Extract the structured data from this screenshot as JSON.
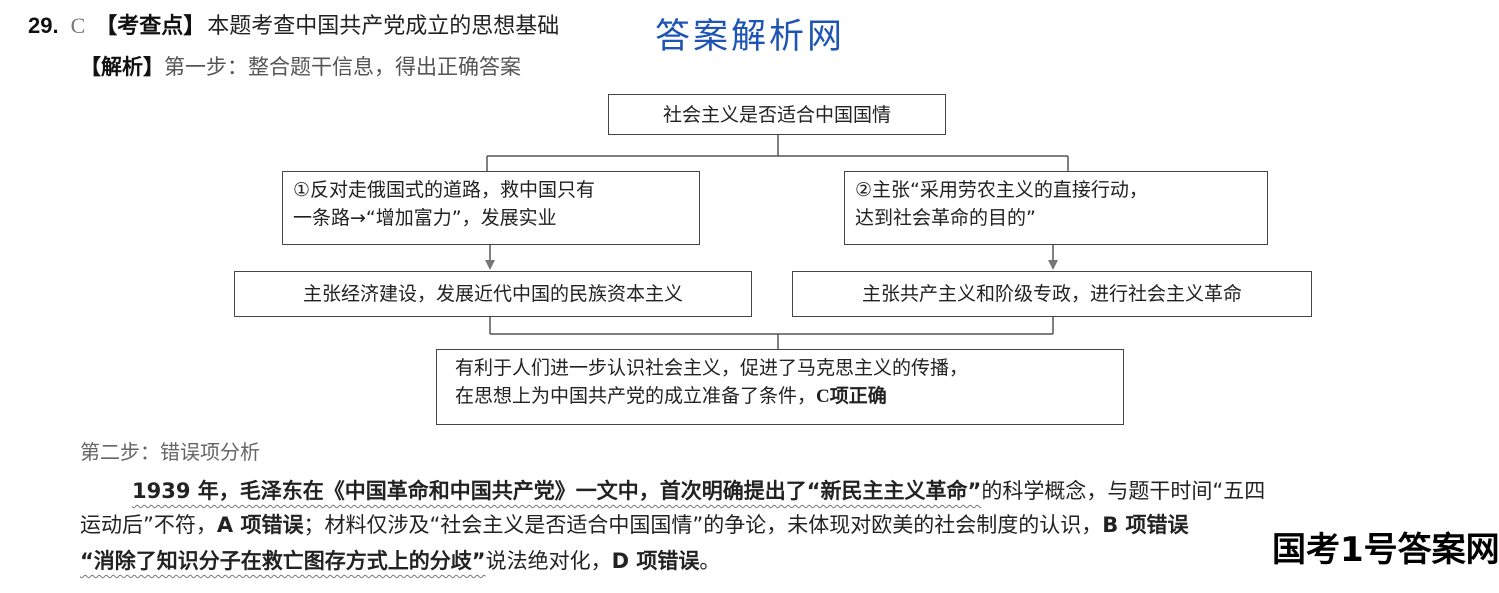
{
  "question": {
    "number": "29.",
    "answer": "C",
    "tag": "【考查点】",
    "text": "本题考查中国共产党成立的思想基础"
  },
  "watermark_top": "答案解析网",
  "watermark_bottom": "国考1号答案网",
  "analysis": {
    "tag": "【解析】",
    "step1": "第一步：整合题干信息，得出正确答案"
  },
  "flowchart": {
    "top": "社会主义是否适合中国国情",
    "left_view": [
      "①反对走俄国式的道路，救中国只有",
      "一条路→“增加富力”，发展实业"
    ],
    "right_view": [
      "②主张“采用劳农主义的直接行动，",
      "达到社会革命的目的”"
    ],
    "left_result": "主张经济建设，发展近代中国的民族资本主义",
    "right_result": "主张共产主义和阶级专政，进行社会主义革命",
    "conclusion_line1": "有利于人们进一步认识社会主义，促进了马克思主义的传播，",
    "conclusion_line2": "在思想上为中国共产党的成立准备了条件，",
    "conclusion_bold": "C项正确"
  },
  "step2": "第二步：错误项分析",
  "paragraph": {
    "p1_underlined": "1939 年，毛泽东在《中国革命和中国共产党》一文中，首次明确提出了“新民主主义革命”",
    "p1_rest": "的科学概念，与题干时间“五四",
    "p2_start": "运动后”不符，",
    "p2_a": "A 项错误",
    "p2_mid": "；材料仅涉及“社会主义是否适合中国国情”的争论，未体现对欧美的社会制度的认识，",
    "p2_b": "B 项错误",
    "p3_underlined": "“消除了知识分子在救亡图存方式上的分歧”",
    "p3_rest": "说法绝对化，",
    "p3_d": "D 项错误",
    "p3_end": "。"
  }
}
